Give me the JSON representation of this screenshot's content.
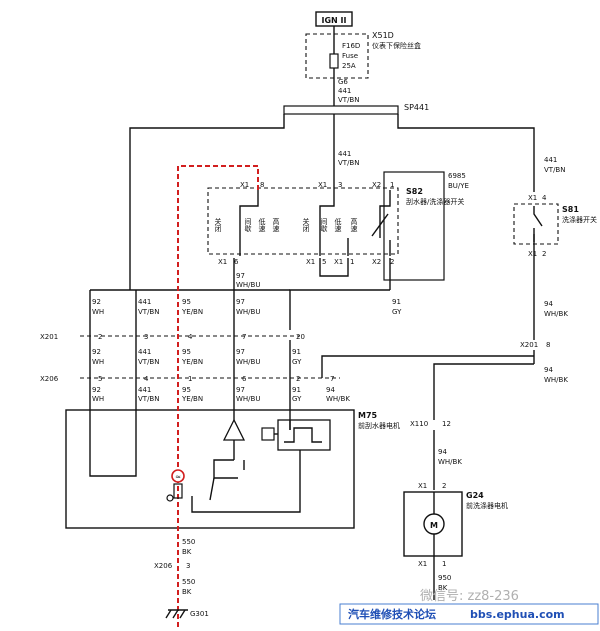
{
  "power": {
    "ign": "IGN II"
  },
  "fuse": {
    "connector": "X51D",
    "name": "F16D",
    "type": "Fuse",
    "rating": "25A",
    "location": "仪表下保险丝盒",
    "ground_pin": "G6"
  },
  "main_feed": {
    "circuit": "441",
    "color": "VT/BN",
    "splice": "SP441"
  },
  "switch": {
    "id": "S82",
    "name": "刮水器/洗涤器开关",
    "part": "6985",
    "color": "BU/YE",
    "top_pins": [
      "X1",
      "8",
      "X1",
      "3",
      "X2",
      "1"
    ],
    "bottom_pins": [
      "X1",
      "6",
      "X1",
      "5",
      "X1",
      "1",
      "X2",
      "2"
    ],
    "positions": [
      "关闭",
      "间歇",
      "低速",
      "高速"
    ]
  },
  "washer_switch": {
    "id": "S81",
    "name": "洗涤器开关",
    "top_pins": [
      "X1",
      "4"
    ],
    "bottom_pins": [
      "X1",
      "2"
    ]
  },
  "wires": {
    "w92": {
      "circuit": "92",
      "color": "WH"
    },
    "w441": {
      "circuit": "441",
      "color": "VT/BN"
    },
    "w95": {
      "circuit": "95",
      "color": "YE/BN"
    },
    "w97": {
      "circuit": "97",
      "color": "WH/BU"
    },
    "w91": {
      "circuit": "91",
      "color": "GY"
    },
    "w94": {
      "circuit": "94",
      "color": "WH/BK"
    },
    "w550": {
      "circuit": "550",
      "color": "BK"
    },
    "w950": {
      "circuit": "950",
      "color": "BK"
    }
  },
  "connectors": {
    "x201": "X201",
    "x206": "X206",
    "x110": "X110",
    "x201_pins": [
      "2",
      "3",
      "4",
      "7",
      "20"
    ],
    "x206_pins": [
      "5",
      "4",
      "1",
      "6",
      "2",
      "7"
    ],
    "x201_right_pin": "8",
    "x110_pin": "12",
    "x206_bottom_pin": "3"
  },
  "front_motor": {
    "id": "M75",
    "name": "前刮水器电机"
  },
  "washer_motor": {
    "id": "G24",
    "name": "前洗涤器电机",
    "top_pins": [
      "X1",
      "2"
    ],
    "bottom_pins": [
      "X1",
      "1"
    ],
    "symbol": "M"
  },
  "ground": {
    "id": "G301"
  },
  "watermark": {
    "wechat": "微信号: zz8-236",
    "forum": "汽车维修技术论坛",
    "site": "bbs.ephua.com"
  }
}
